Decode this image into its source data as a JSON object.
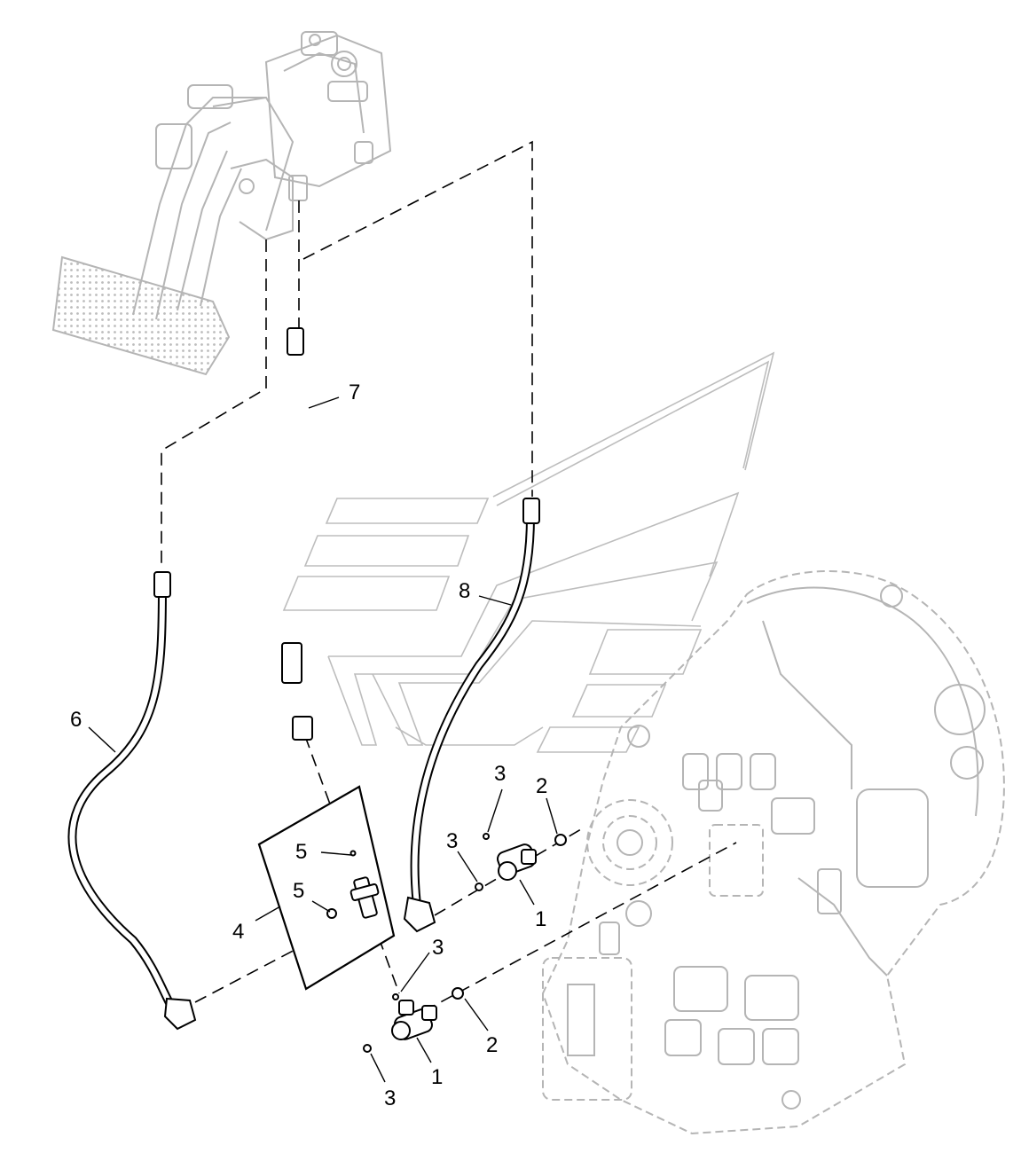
{
  "diagram": {
    "callouts": {
      "c1a": "1",
      "c1b": "1",
      "c2a": "2",
      "c2b": "2",
      "c3a": "3",
      "c3b": "3",
      "c3c": "3",
      "c3d": "3",
      "c4": "4",
      "c5a": "5",
      "c5b": "5",
      "c6": "6",
      "c7": "7",
      "c8": "8"
    }
  }
}
